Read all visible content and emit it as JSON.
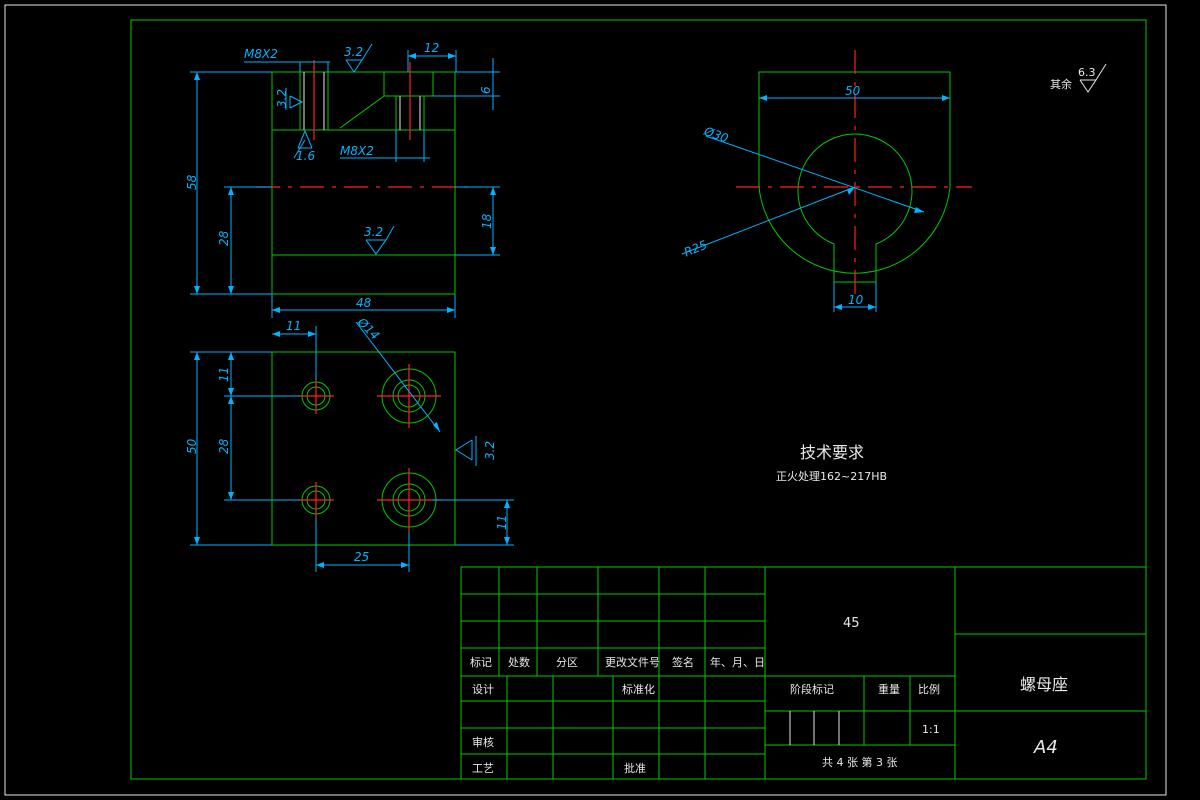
{
  "drawing": {
    "material": "45",
    "part_name": "螺母座",
    "sheet_size": "A4",
    "scale": "1:1",
    "sheet_info": "共 4 张 第 3 张",
    "general_roughness_label": "其余",
    "general_roughness_value": "6.3"
  },
  "title_block": {
    "rev_headers": [
      "标记",
      "处数",
      "分区",
      "更改文件号",
      "签名",
      "年、月、日"
    ],
    "design": "设计",
    "standardize": "标准化",
    "review": "审核",
    "process": "工艺",
    "approve": "批准",
    "stage_mark": "阶段标记",
    "weight": "重量",
    "scale_label": "比例"
  },
  "tech_requirements": {
    "title": "技术要求",
    "items": [
      "正火处理162~217HB"
    ]
  },
  "front_view": {
    "thread_top": "M8X2",
    "thread_side": "M8X2",
    "roughness_top": "3.2",
    "roughness_left": "3.2",
    "roughness_bottom": "1.6",
    "roughness_mid": "3.2",
    "dim_width_12": "12",
    "dim_depth_6": "6",
    "dim_height_58": "58",
    "dim_height_28": "28",
    "dim_height_18": "18",
    "dim_width_48": "48"
  },
  "top_view": {
    "dim_11_x": "11",
    "dim_phi14": "Ø14",
    "dim_11_y": "11",
    "dim_28": "28",
    "dim_50": "50",
    "roughness_right": "3.2",
    "dim_11_bottom": "11",
    "dim_25": "25"
  },
  "side_view": {
    "dim_50": "50",
    "dim_phi30": "Ø30",
    "dim_r25": "R25",
    "dim_10": "10"
  }
}
